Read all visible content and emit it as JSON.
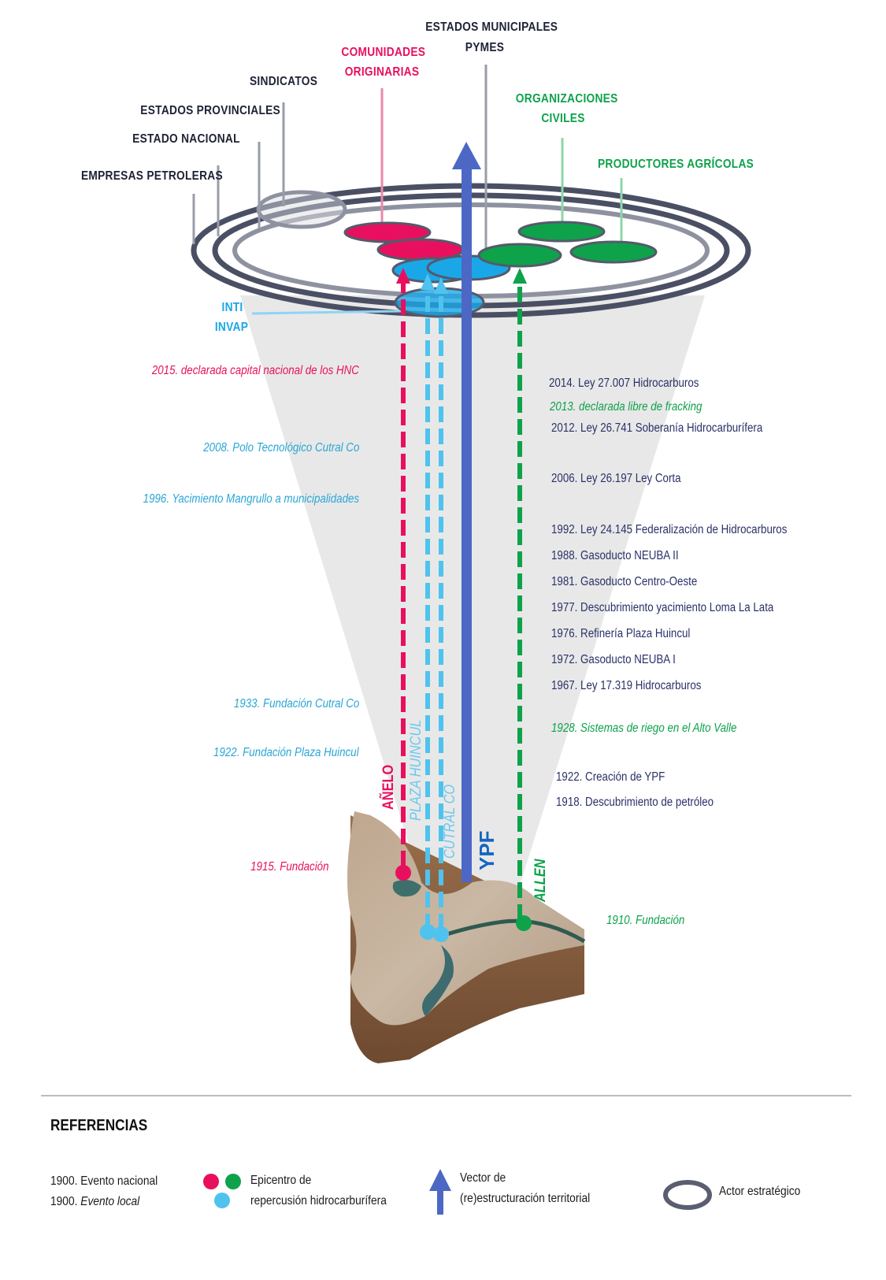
{
  "colors": {
    "pink": "#e8105e",
    "green": "#0ea24b",
    "cyan": "#4fc3ee",
    "cyan_fill": "#1aa7e8",
    "ypf_blue": "#4c68c4",
    "ring_dark": "#4a4f64",
    "ring_light": "#8e92a0",
    "navy_text": "#2a3168",
    "dark_text": "#1e2235",
    "cone_gray": "#e8e8e8",
    "divider": "#bdbdbd"
  },
  "actors": {
    "estados_municipales": "ESTADOS MUNICIPALES",
    "pymes": "PYMES",
    "comunidades_1": "COMUNIDADES",
    "comunidades_2": "ORIGINARIAS",
    "sindicatos": "SINDICATOS",
    "estados_provinciales": "ESTADOS PROVINCIALES",
    "estado_nacional": "ESTADO NACIONAL",
    "empresas_petroleras": "EMPRESAS PETROLERAS",
    "organizaciones_1": "ORGANIZACIONES",
    "organizaciones_2": "CIVILES",
    "productores_agricolas": "PRODUCTORES AGRÍCOLAS",
    "inti": "INTI",
    "invap": "INVAP"
  },
  "local_events_left": [
    {
      "text": "2015. declarada capital nacional de los HNC",
      "color": "pink"
    },
    {
      "text": "2008. Polo Tecnológico Cutral Co",
      "color": "cyan"
    },
    {
      "text": "1996. Yacimiento Mangrullo a municipalidades",
      "color": "cyan"
    },
    {
      "text": "1933. Fundación Cutral Co",
      "color": "cyan"
    },
    {
      "text": "1922. Fundación Plaza Huincul",
      "color": "cyan"
    },
    {
      "text": "1915. Fundación",
      "color": "pink"
    }
  ],
  "events_right": [
    {
      "text": "2014. Ley 27.007 Hidrocarburos",
      "type": "national"
    },
    {
      "text": "2013. declarada libre de fracking",
      "type": "local"
    },
    {
      "text": "2012. Ley 26.741 Soberanía Hidrocarburífera",
      "type": "national"
    },
    {
      "text": "2006. Ley 26.197 Ley Corta",
      "type": "national"
    },
    {
      "text": "1992. Ley 24.145 Federalización de Hidrocarburos",
      "type": "national"
    },
    {
      "text": "1988. Gasoducto NEUBA II",
      "type": "national"
    },
    {
      "text": "1981. Gasoducto Centro-Oeste",
      "type": "national"
    },
    {
      "text": "1977. Descubrimiento yacimiento Loma La Lata",
      "type": "national"
    },
    {
      "text": "1976. Refinería Plaza Huincul",
      "type": "national"
    },
    {
      "text": "1972. Gasoducto NEUBA I",
      "type": "national"
    },
    {
      "text": "1967. Ley 17.319 Hidrocarburos",
      "type": "national"
    },
    {
      "text": "1928. Sistemas de riego en el Alto Valle",
      "type": "local"
    },
    {
      "text": "1922. Creación de YPF",
      "type": "national"
    },
    {
      "text": "1918. Descubrimiento de petróleo",
      "type": "national"
    },
    {
      "text": "1910. Fundación",
      "type": "local"
    }
  ],
  "towns": {
    "anelo": "AÑELO",
    "plaza_huincul": "PLAZA HUINCUL",
    "cutral_co": "CUTRAL CO",
    "ypf": "YPF",
    "allen": "ALLEN"
  },
  "legend": {
    "title": "REFERENCIAS",
    "national_year": "1900.",
    "national_label": "Evento nacional",
    "local_year": "1900.",
    "local_label": "Evento local",
    "epicentro_1": "Epicentro de",
    "epicentro_2": "repercusión hidrocarburífera",
    "vector_1": "Vector de",
    "vector_2": "(re)estructuración territorial",
    "actor": "Actor estratégico"
  }
}
